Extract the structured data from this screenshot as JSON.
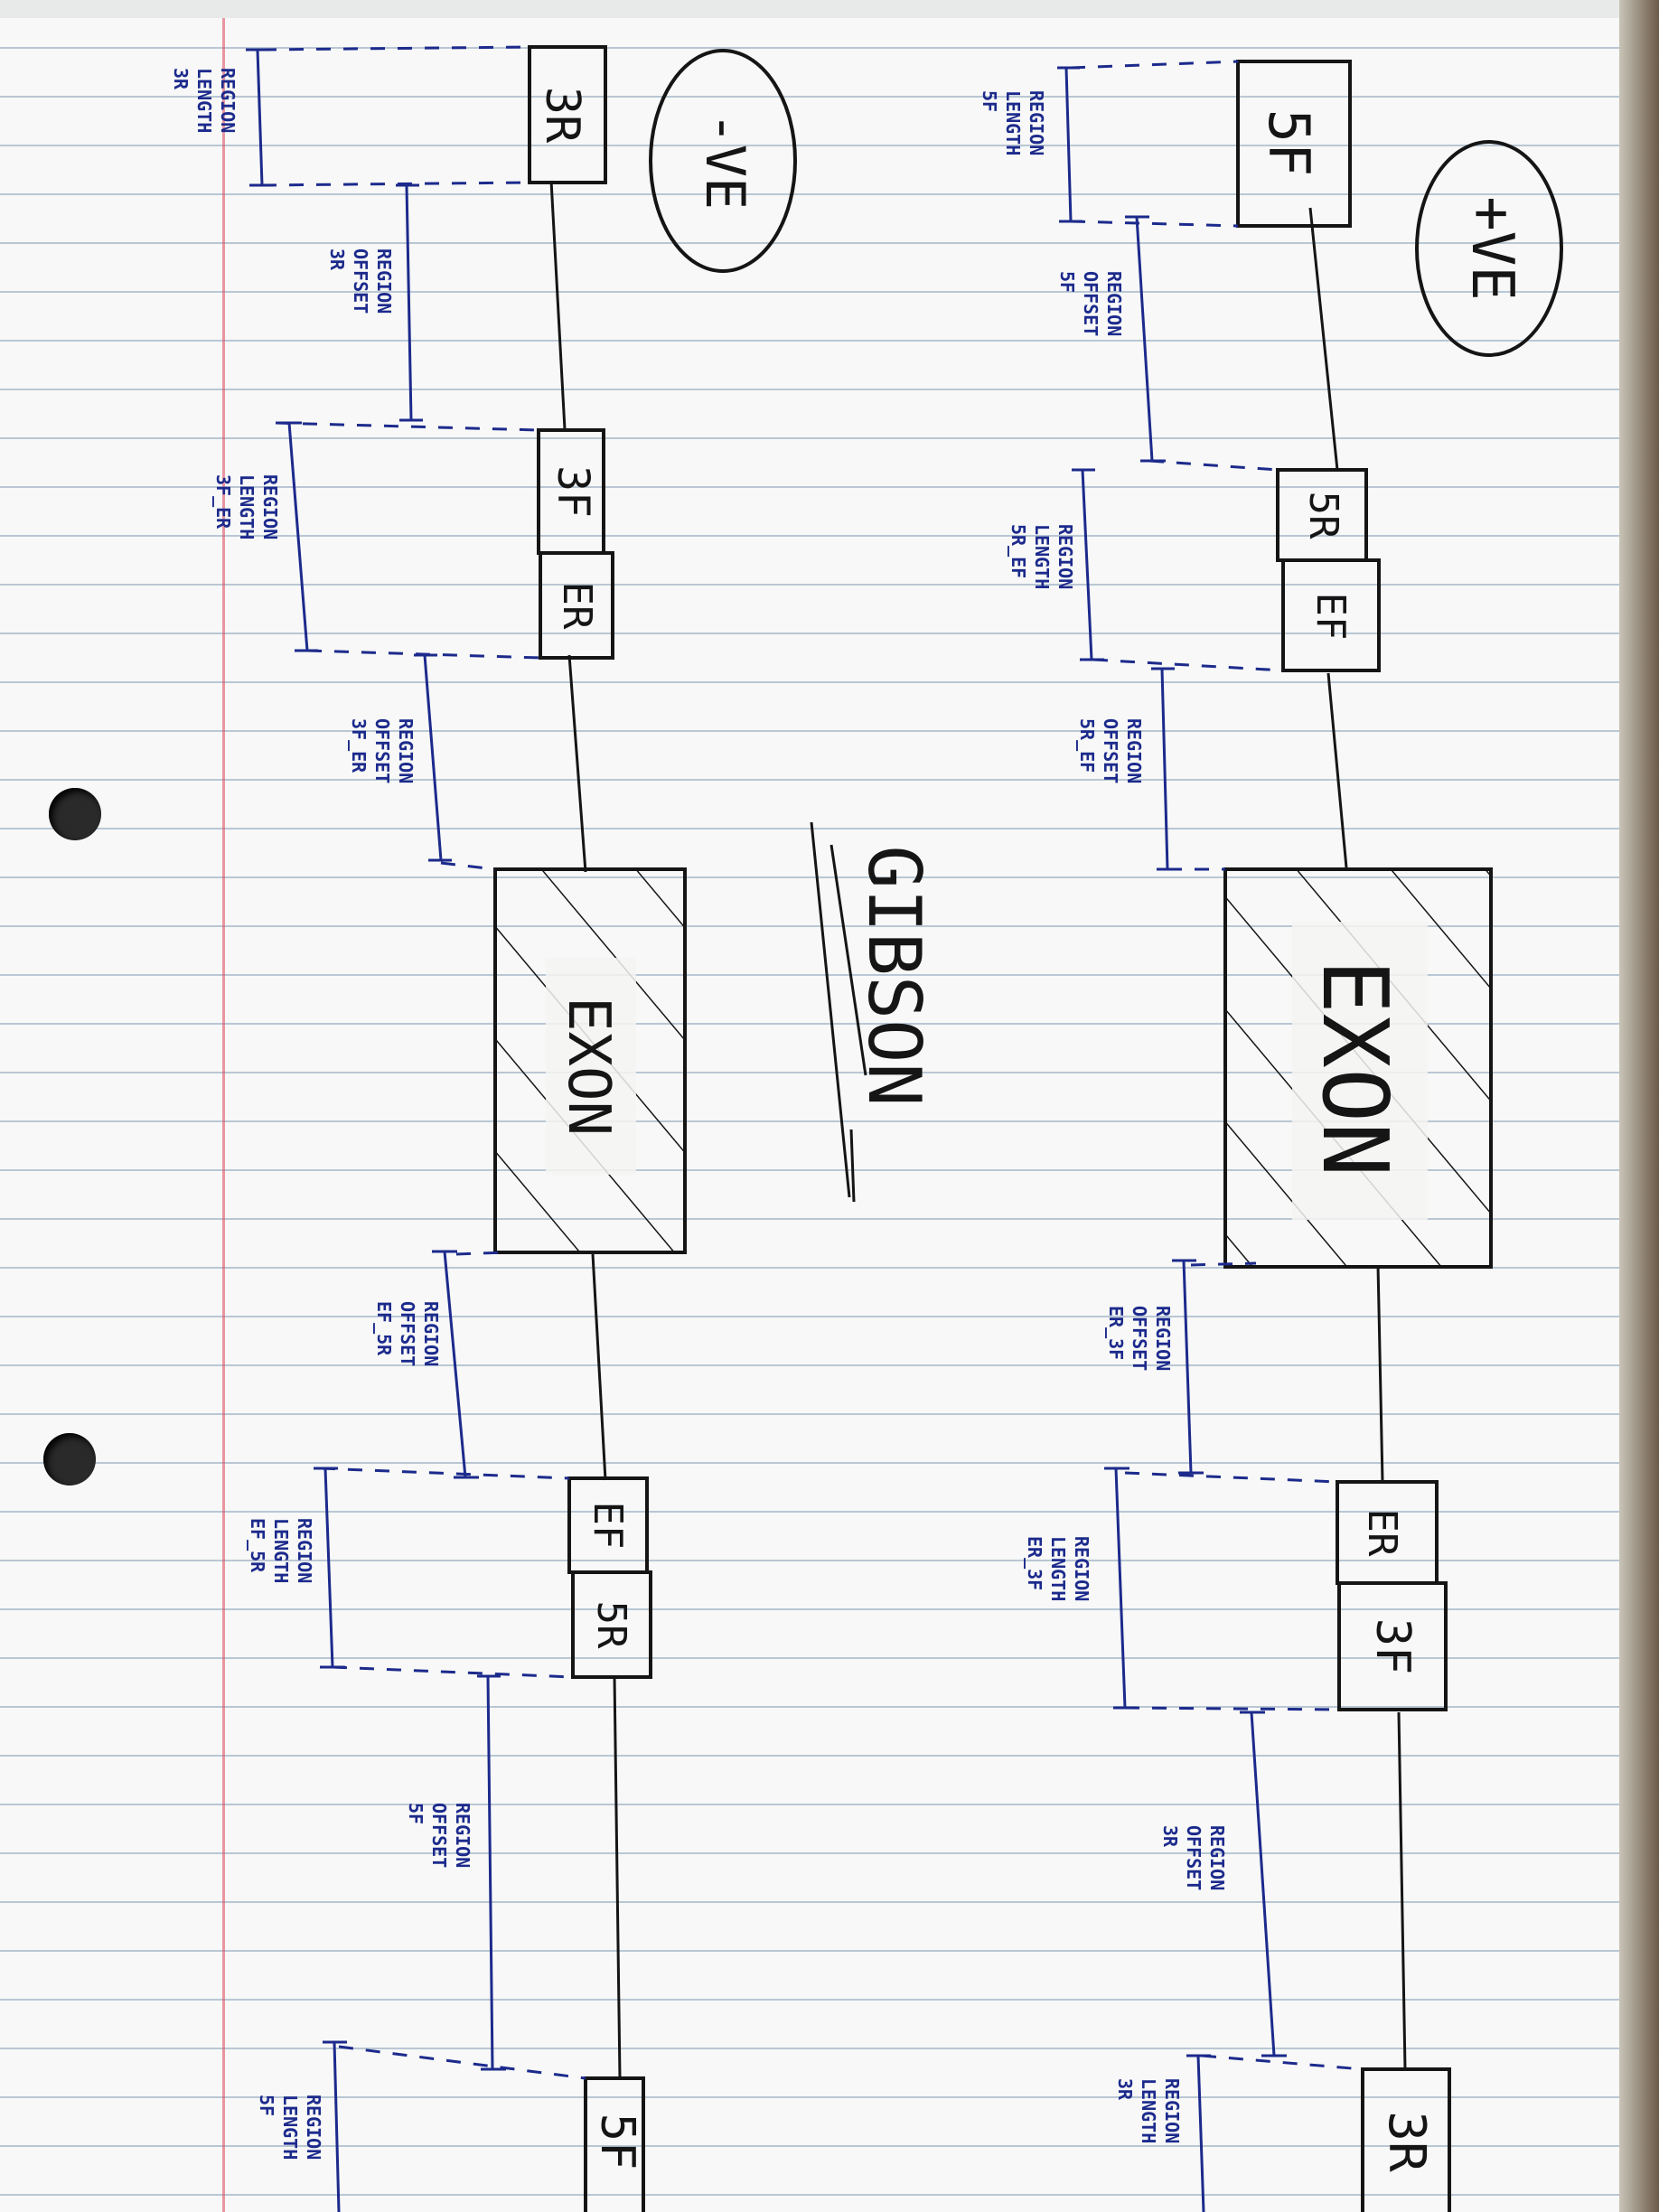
{
  "title": "GIBSON",
  "colors": {
    "ink": "#151515",
    "blue_ink": "#1c2a8c",
    "margin_line": "#dc465a",
    "paper": "#f4f4f2"
  },
  "strands": {
    "positive": {
      "label": "+VE",
      "boxes": {
        "five_f": "5F",
        "five_r": "5R",
        "e_f": "EF",
        "exon": "EXON",
        "e_r": "ER",
        "three_f": "3F",
        "three_r": "3R"
      },
      "annotations": {
        "region_length_5f": [
          "REGION",
          "LENGTH",
          "5F"
        ],
        "region_offset_5f": [
          "REGION",
          "OFFSET",
          "5F"
        ],
        "region_length_5r_ef": [
          "REGION",
          "LENGTH",
          "5R_EF"
        ],
        "region_offset_5r_ef": [
          "REGION",
          "OFFSET",
          "5R_EF"
        ],
        "region_offset_er_3f": [
          "REGION",
          "OFFSET",
          "ER_3F"
        ],
        "region_length_er_3f": [
          "REGION",
          "LENGTH",
          "ER_3F"
        ],
        "region_offset_3r": [
          "REGION",
          "OFFSET",
          "3R"
        ],
        "region_length_3r": [
          "REGION",
          "LENGTH",
          "3R"
        ]
      }
    },
    "negative": {
      "label": "-VE",
      "boxes": {
        "three_r": "3R",
        "three_f": "3F",
        "e_r": "ER",
        "exon": "EXON",
        "e_f": "EF",
        "five_r": "5R",
        "five_f": "5F"
      },
      "annotations": {
        "region_length_3r": [
          "REGION",
          "LENGTH",
          "3R"
        ],
        "region_offset_3r": [
          "REGION",
          "OFFSET",
          "3R"
        ],
        "region_length_3f_er": [
          "REGION",
          "LENGTH",
          "3F_ER"
        ],
        "region_offset_3f_er": [
          "REGION",
          "OFFSET",
          "3F_ER"
        ],
        "region_offset_ef_5r": [
          "REGION",
          "OFFSET",
          "EF_5R"
        ],
        "region_length_ef_5r": [
          "REGION",
          "LENGTH",
          "EF_5R"
        ],
        "region_offset_5f": [
          "REGION",
          "OFFSET",
          "5F"
        ],
        "region_length_5f": [
          "REGION",
          "LENGTH",
          "5F"
        ]
      }
    }
  }
}
